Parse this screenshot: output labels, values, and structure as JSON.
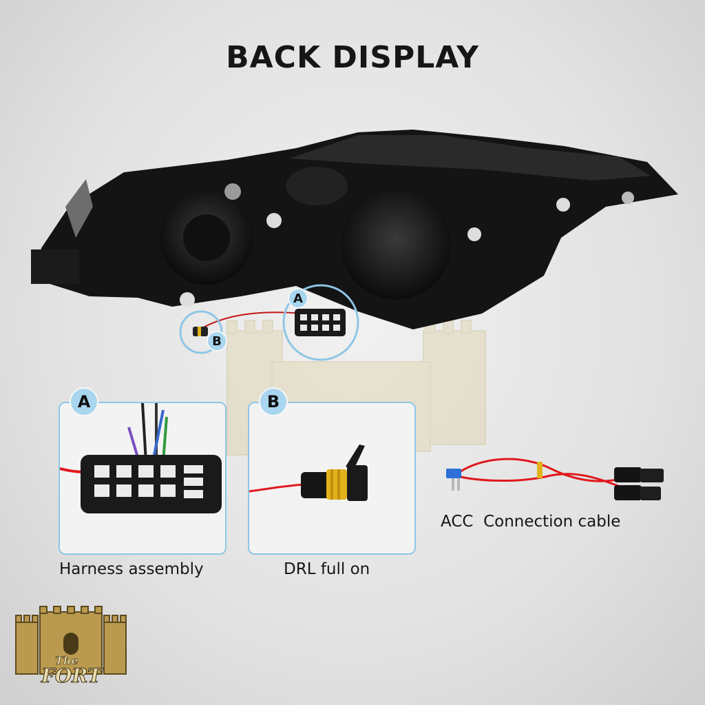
{
  "page": {
    "title": "BACK DISPLAY"
  },
  "callouts": {
    "a_label": "A",
    "b_label": "B"
  },
  "panels": [
    {
      "badge": "A",
      "caption": "Harness assembly"
    },
    {
      "badge": "B",
      "caption": "DRL full on"
    }
  ],
  "acc": {
    "caption": "ACC  Connection cable"
  },
  "logo": {
    "text_top": "The",
    "text_bottom": "FORT"
  },
  "colors": {
    "badge_fill": "#a8d6ef",
    "panel_border": "#8ec6e6",
    "wire_red": "#e0181c"
  }
}
